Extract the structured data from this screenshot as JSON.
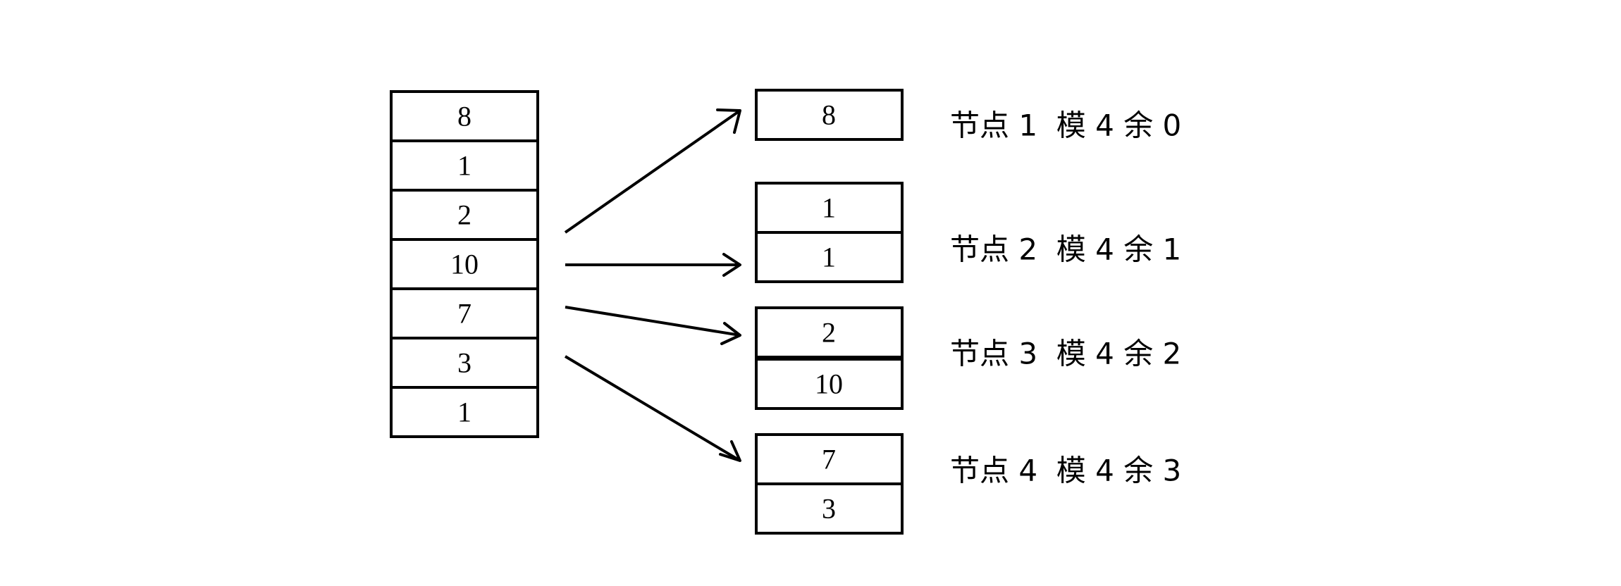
{
  "source_values": [
    "8",
    "1",
    "2",
    "10",
    "7",
    "3",
    "1"
  ],
  "nodes": [
    {
      "values": [
        "8"
      ],
      "label": "节点 1  模 4 余 0"
    },
    {
      "values": [
        "1",
        "1"
      ],
      "label": "节点 2  模 4 余 1"
    },
    {
      "values": [
        "2",
        "10"
      ],
      "label": "节点 3  模 4 余 2"
    },
    {
      "values": [
        "7",
        "3"
      ],
      "label": "节点 4  模 4 余 3"
    }
  ],
  "colors": {
    "stroke": "#000000",
    "background": "#ffffff"
  }
}
